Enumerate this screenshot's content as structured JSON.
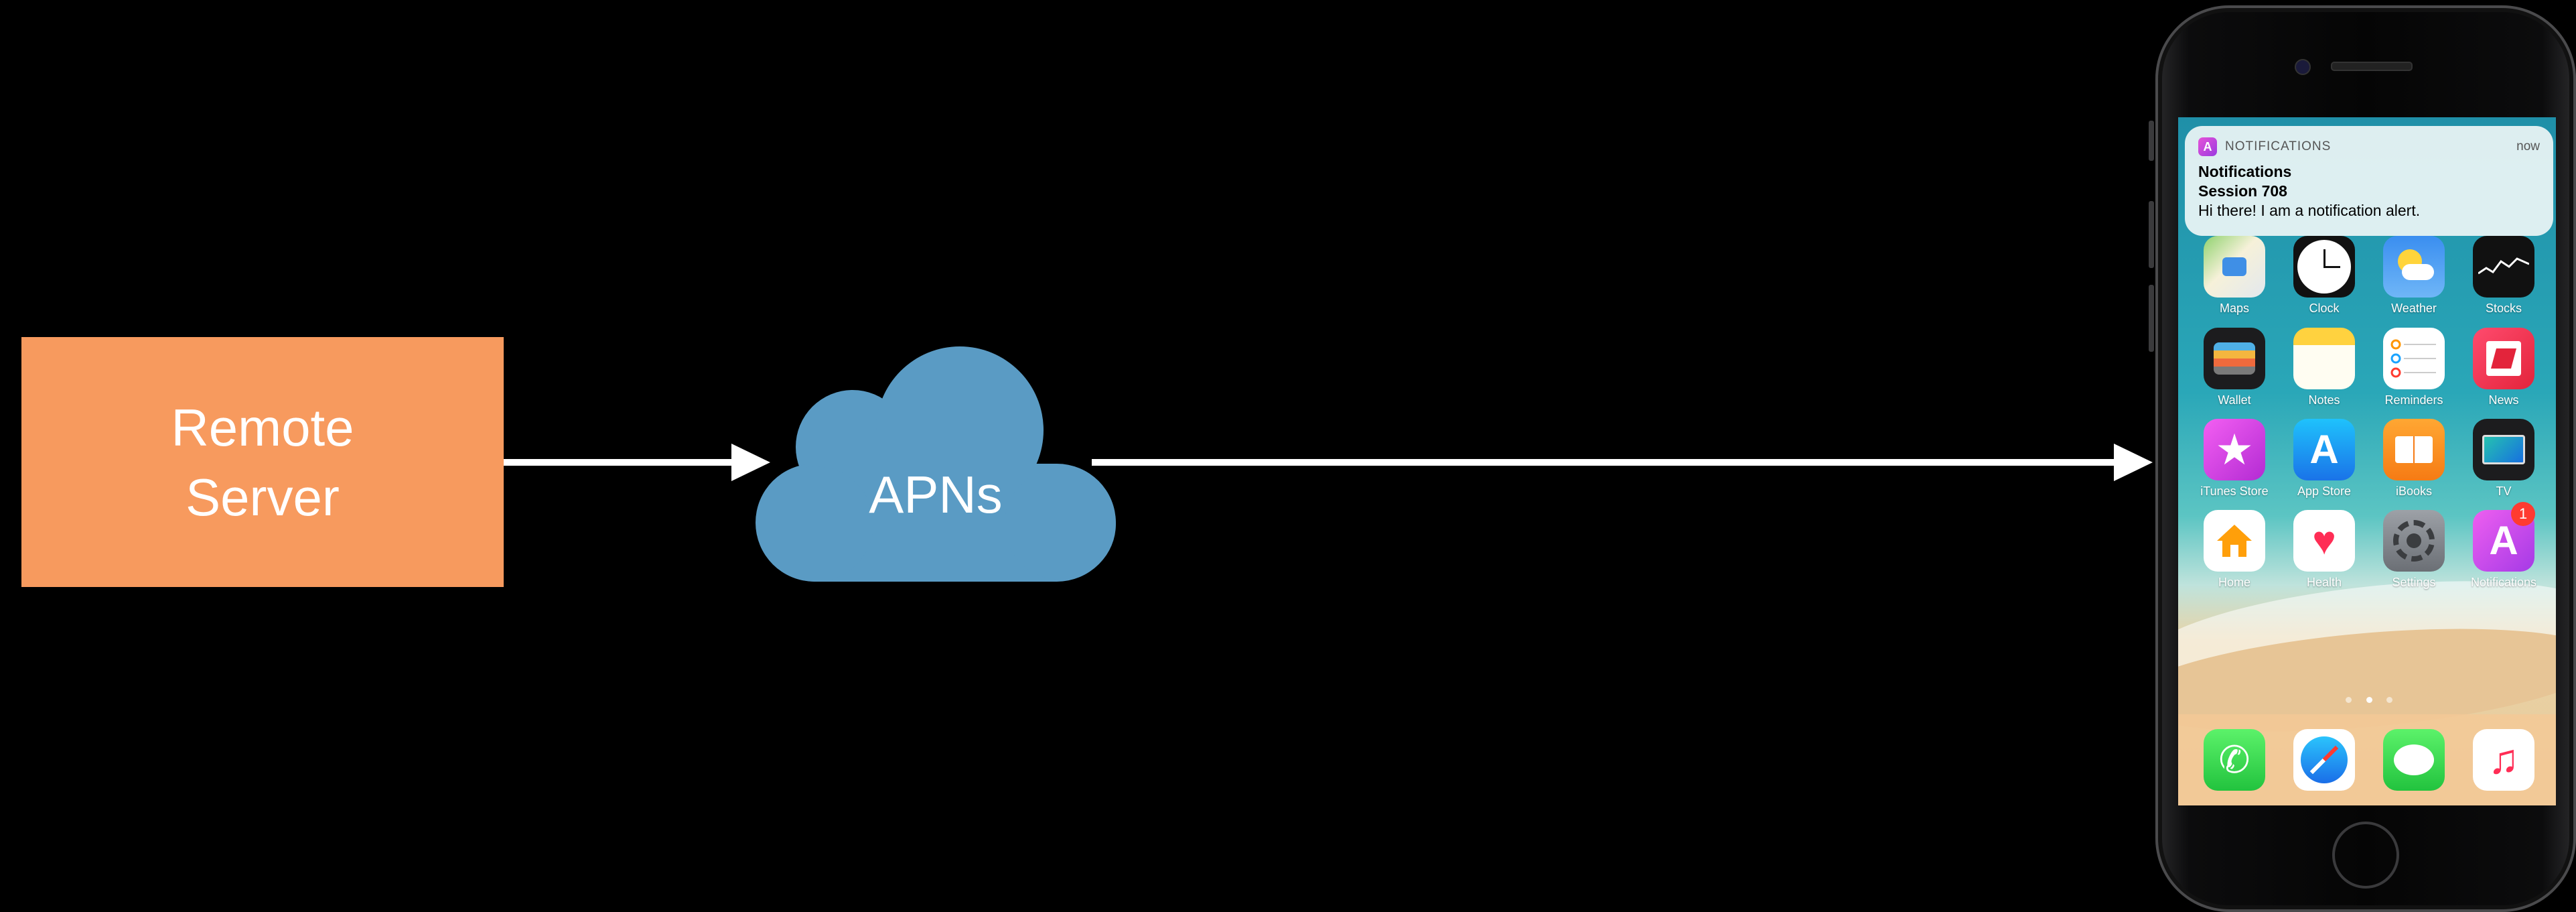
{
  "server": {
    "line1": "Remote",
    "line2": "Server"
  },
  "cloud": {
    "label": "APNs"
  },
  "notification": {
    "app": "NOTIFICATIONS",
    "time": "now",
    "title": "Notifications",
    "subtitle": "Session 708",
    "body": "Hi there! I am a notification alert."
  },
  "apps": [
    {
      "label": "Maps"
    },
    {
      "label": "Clock"
    },
    {
      "label": "Weather"
    },
    {
      "label": "Stocks"
    },
    {
      "label": "Wallet"
    },
    {
      "label": "Notes"
    },
    {
      "label": "Reminders"
    },
    {
      "label": "News"
    },
    {
      "label": "iTunes Store"
    },
    {
      "label": "App Store"
    },
    {
      "label": "iBooks"
    },
    {
      "label": "TV"
    },
    {
      "label": "Home"
    },
    {
      "label": "Health"
    },
    {
      "label": "Settings"
    },
    {
      "label": "Notifications",
      "badge": "1"
    }
  ],
  "colors": {
    "server": "#F79A5E",
    "cloud": "#5A9BC4",
    "arrow": "#FFFFFF",
    "background": "#000000"
  }
}
